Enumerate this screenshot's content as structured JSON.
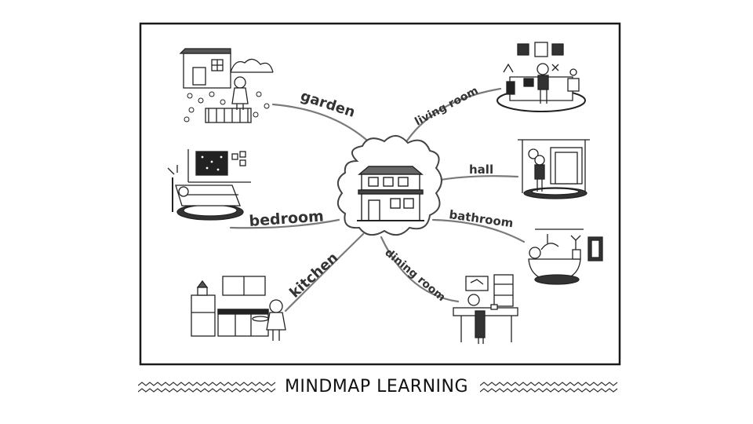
{
  "diagram": {
    "center": {
      "icon": "house-icon"
    },
    "branches": [
      {
        "id": "garden",
        "label": "garden",
        "icon": "garden-scene-icon"
      },
      {
        "id": "living-room",
        "label": "living room",
        "icon": "living-room-scene-icon"
      },
      {
        "id": "hall",
        "label": "hall",
        "icon": "hall-scene-icon"
      },
      {
        "id": "bedroom",
        "label": "bedroom",
        "icon": "bedroom-scene-icon"
      },
      {
        "id": "bathroom",
        "label": "bathroom",
        "icon": "bathroom-scene-icon"
      },
      {
        "id": "kitchen",
        "label": "kitchen",
        "icon": "kitchen-scene-icon"
      },
      {
        "id": "dining-room",
        "label": "dining room",
        "icon": "dining-room-scene-icon"
      }
    ]
  },
  "footer": {
    "title": "MINDMAP LEARNING"
  },
  "colors": {
    "frame": "#1a1a1a",
    "line": "#7a7a7a",
    "label": "#333333",
    "ink": "#222222"
  }
}
